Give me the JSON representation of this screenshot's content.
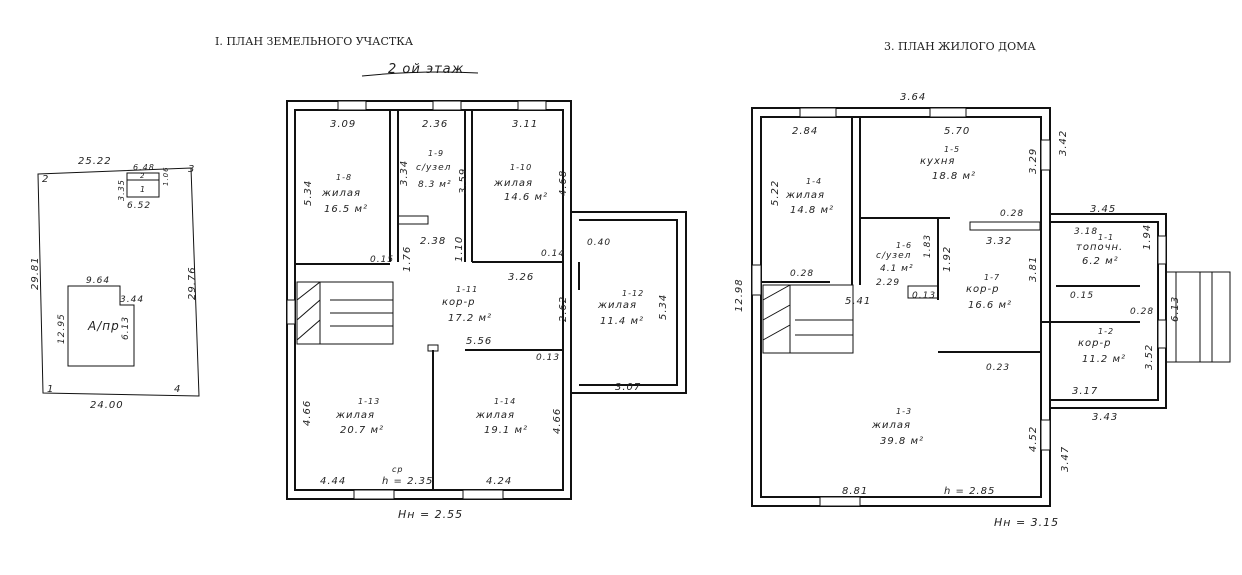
{
  "headers": {
    "site_plan": "I. ПЛАН ЗЕМЕЛЬНОГО УЧАСТКА",
    "house_plan": "3. ПЛАН ЖИЛОГО ДОМА",
    "floor_label": "2 ой этаж"
  },
  "site": {
    "top": "25.22",
    "bottom": "24.00",
    "left": "29.81",
    "right": "29.76",
    "small_w": "6.48",
    "small_h": "3.35",
    "small_d": "1.06",
    "small_bottom": "6.52",
    "small_id": "1",
    "small_id2": "2",
    "house_w": "9.64",
    "house_h": "12.95",
    "house_step": "3.44",
    "house_side": "6.13",
    "house_label": "А/пр",
    "c1": "1",
    "c2": "2",
    "c3": "3",
    "c4": "4"
  },
  "floor2": {
    "d_309": "3.09",
    "d_236": "2.36",
    "d_311": "3.11",
    "d_534": "5.34",
    "d_334": "3.34",
    "d_359": "3.59",
    "d_468": "4.68",
    "d_238": "2.38",
    "d_176": "1.76",
    "d_110": "1.10",
    "d_015": "0.15",
    "d_326": "3.26",
    "d_014": "0.14",
    "d_040": "0.40",
    "d_262": "2.62",
    "d_534b": "5.34",
    "d_556": "5.56",
    "d_013": "0.13",
    "d_307": "3.07",
    "d_466": "4.66",
    "d_466b": "4.66",
    "d_444": "4.44",
    "d_h235": "h = 2.35",
    "d_cp": "ср",
    "d_424": "4.24",
    "d_hn": "Hн = 2.55",
    "r18_id": "1-8",
    "r18_name": "жилая",
    "r18_area": "16.5 м²",
    "r19_id": "1-9",
    "r19_name": "с/узел",
    "r19_area": "8.3 м²",
    "r110_id": "1-10",
    "r110_name": "жилая",
    "r110_area": "14.6 м²",
    "r111_id": "1-11",
    "r111_name": "кор-р",
    "r111_area": "17.2 м²",
    "r112_id": "1-12",
    "r112_name": "жилая",
    "r112_area": "11.4 м²",
    "r113_id": "1-13",
    "r113_name": "жилая",
    "r113_area": "20.7 м²",
    "r114_id": "1-14",
    "r114_name": "жилая",
    "r114_area": "19.1 м²"
  },
  "floor1": {
    "d_364": "3.64",
    "d_284": "2.84",
    "d_570": "5.70",
    "d_329": "3.29",
    "d_342": "3.42",
    "d_522": "5.22",
    "d_028": "0.28",
    "d_332": "3.32",
    "d_345": "3.45",
    "d_318": "3.18",
    "d_194": "1.94",
    "d_1298": "12.98",
    "d_028b": "0.28",
    "d_229": "2.29",
    "d_183": "1.83",
    "d_192": "1.92",
    "d_381": "3.81",
    "d_541": "5.41",
    "d_013": "0.13",
    "d_015": "0.15",
    "d_613": "6.13",
    "d_028c": "0.28",
    "d_352": "3.52",
    "d_023": "0.23",
    "d_317": "3.17",
    "d_343": "3.43",
    "d_452": "4.52",
    "d_347": "3.47",
    "d_881": "8.81",
    "d_h285": "h = 2.85",
    "d_hn": "Hн = 3.15",
    "r14_id": "1-4",
    "r14_name": "жилая",
    "r14_area": "14.8 м²",
    "r15_id": "1-5",
    "r15_name": "кухня",
    "r15_area": "18.8 м²",
    "r16_id": "1-6",
    "r16_name": "с/узел",
    "r16_area": "4.1 м²",
    "r17_id": "1-7",
    "r17_name": "кор-р",
    "r17_area": "16.6 м²",
    "r11_id": "1-1",
    "r11_name": "топочн.",
    "r11_area": "6.2 м²",
    "r12_id": "1-2",
    "r12_name": "кор-р",
    "r12_area": "11.2 м²",
    "r13_id": "1-3",
    "r13_name": "жилая",
    "r13_area": "39.8 м²"
  }
}
